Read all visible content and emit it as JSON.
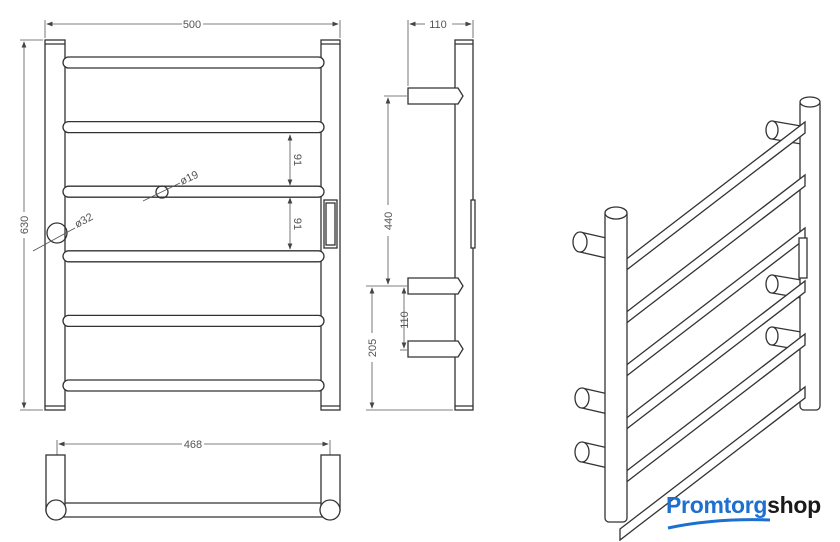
{
  "front_view": {
    "width_label": "500",
    "height_label": "630",
    "spacing_upper_label": "91",
    "spacing_lower_label": "91",
    "bar_diameter_label": "ø19",
    "post_diameter_label": "ø32",
    "bar_count": 6
  },
  "side_view": {
    "depth_label": "110",
    "mount_span_label": "440",
    "lower_spacing_label": "110",
    "bottom_mount_label": "205"
  },
  "bottom_view": {
    "inner_width_label": "468"
  },
  "logo": {
    "part1": "Promtorg",
    "part2": "shop",
    "brand_color": "#1d6fd0"
  }
}
